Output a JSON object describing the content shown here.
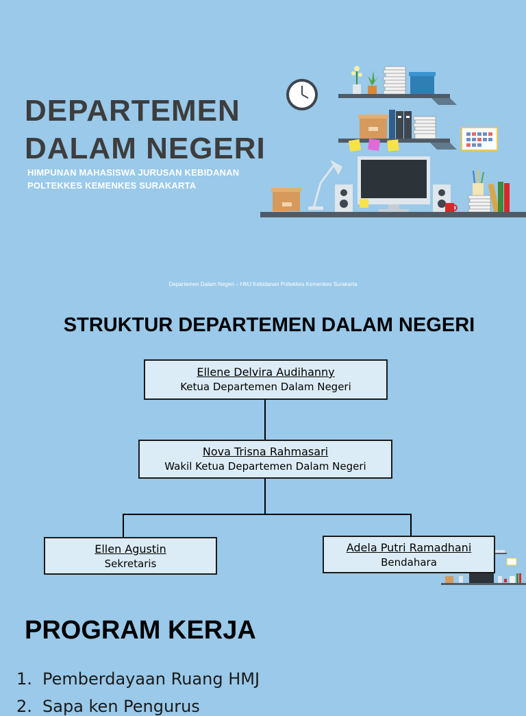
{
  "header": {
    "title_line1": "DEPARTEMEN",
    "title_line2": "DALAM NEGERI",
    "subtitle_line1": "HIMPUNAN MAHASISWA JURUSAN KEBIDANAN",
    "subtitle_line2": "POLTEKKES KEMENKES SURAKARTA"
  },
  "footer_text": "Departemen Dalam Negeri – HMJ Kebidanan Poltekkes Kemenkes Surakarta",
  "structure": {
    "title": "STRUKTUR DEPARTEMEN DALAM NEGERI",
    "ketua": {
      "name": "Ellene Delvira Audihanny",
      "role": "Ketua Departemen Dalam Negeri"
    },
    "wakil": {
      "name": "Nova Trisna Rahmasari",
      "role": "Wakil Ketua Departemen Dalam Negeri"
    },
    "sekretaris": {
      "name": "Ellen Agustin",
      "role": "Sekretaris"
    },
    "bendahara": {
      "name": "Adela Putri Ramadhani",
      "role": "Bendahara"
    }
  },
  "program": {
    "title": "PROGRAM KERJA",
    "items": [
      {
        "num": "1.",
        "label": "Pemberdayaan Ruang HMJ"
      },
      {
        "num": "2.",
        "label": "Sapa ken Pengurus"
      }
    ]
  },
  "colors": {
    "background": "#9ac9e9",
    "title": "#3d3d3d",
    "box_fill": "#dcecf6",
    "shelf": "#4f5b66",
    "accent_yellow": "#f7e24a",
    "accent_pink": "#e06ad8"
  },
  "icons": [
    "wall-clock-icon",
    "desk-lamp-icon",
    "monitor-icon",
    "speaker-icon",
    "books-icon",
    "plant-icon",
    "box-icon",
    "calendar-icon",
    "mug-icon",
    "pencil-cup-icon"
  ]
}
